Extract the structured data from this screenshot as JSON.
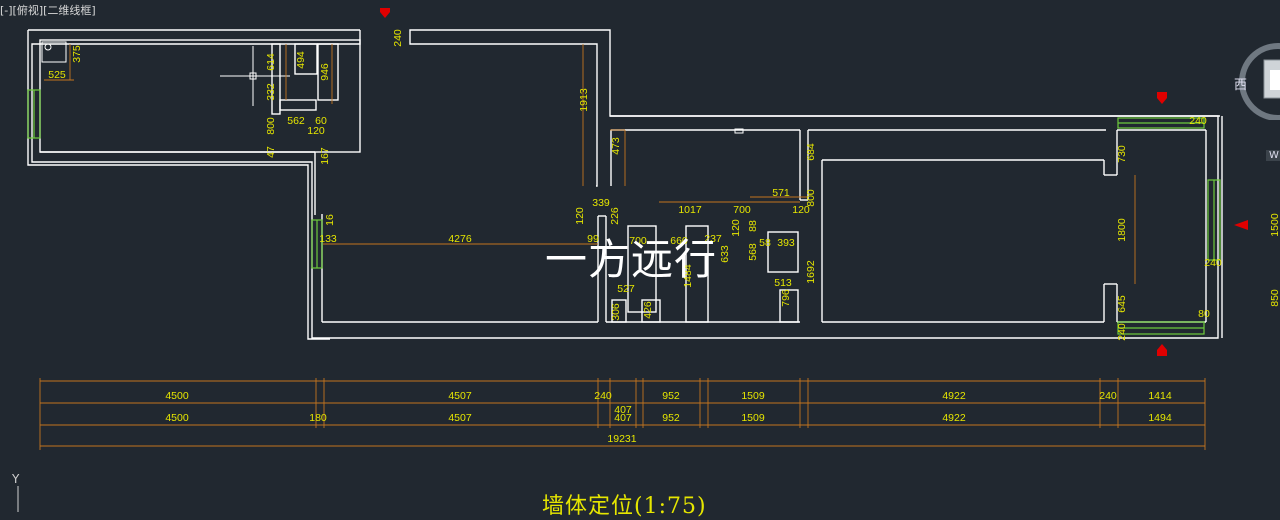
{
  "viewport": {
    "label": "[-][俯视][二维线框]"
  },
  "watermark": "一方远行",
  "drawing_title": "墙体定位(1:75)",
  "ucs": {
    "y_label": "Y"
  },
  "viewcube": {
    "west_label": "西",
    "wcs_label": "W"
  },
  "colors": {
    "wall": "#ffffff",
    "dim_text": "#e6e600",
    "dim_line": "#c2741e",
    "window": "#6ecb3c",
    "marker": "#e00000",
    "background": "#212830"
  },
  "dimensions": {
    "overall_row1": [
      "4500",
      "4507",
      "240",
      "952",
      "1509",
      "4922",
      "240",
      "1414"
    ],
    "overall_row2": [
      "4500",
      "180",
      "4507",
      "407",
      "952",
      "1509",
      "4922",
      "1494"
    ],
    "overall_row2_extra": "407",
    "overall_total": "19231",
    "interior": [
      "375",
      "525",
      "614",
      "494",
      "946",
      "332",
      "562",
      "60",
      "120",
      "800",
      "47",
      "167",
      "240",
      "1913",
      "473",
      "684",
      "571",
      "800",
      "730",
      "240",
      "1800",
      "240",
      "645",
      "80",
      "240",
      "1017",
      "700",
      "120",
      "339",
      "120",
      "226",
      "99",
      "700",
      "660",
      "237",
      "120",
      "88",
      "58",
      "393",
      "568",
      "633",
      "1484",
      "527",
      "426",
      "306",
      "513",
      "796",
      "1692",
      "4276",
      "133",
      "16"
    ],
    "right_edge": [
      "1500",
      "850"
    ]
  }
}
